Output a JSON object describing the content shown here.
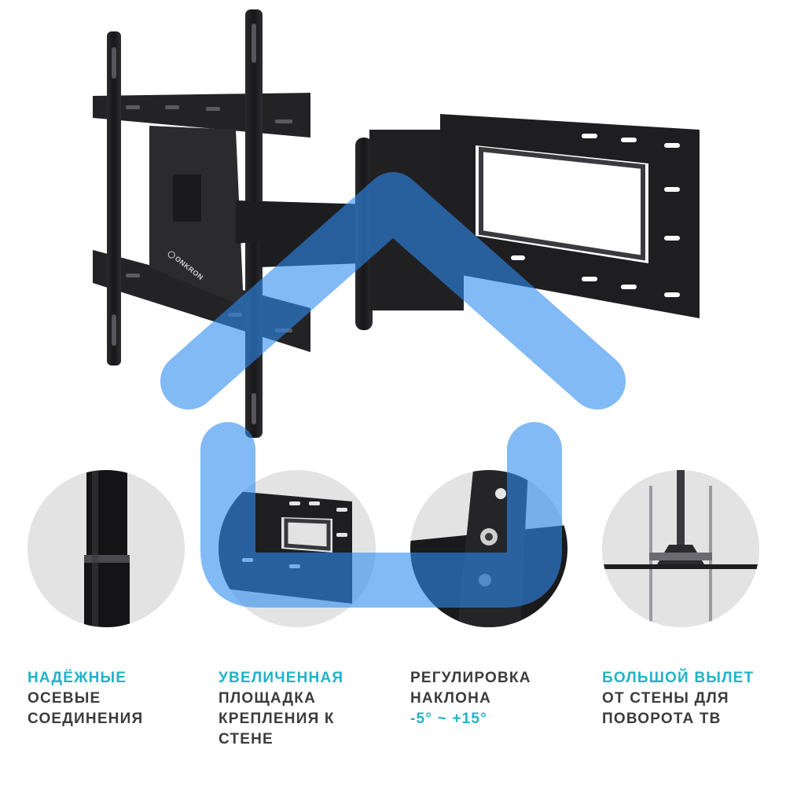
{
  "brand": {
    "logo_text": "ONKRON"
  },
  "colors": {
    "accent": "#1fb3c9",
    "text": "#3c3c3c",
    "overlay": "#2f8cf0",
    "metal": "#1c1c1e"
  },
  "features": [
    {
      "icon": "axle-joint-icon",
      "lines": [
        "НАДЁЖНЫЕ",
        "ОСЕВЫЕ",
        "СОЕДИНЕНИЯ"
      ],
      "accent_lines": [
        0
      ]
    },
    {
      "icon": "mounting-plate-icon",
      "lines": [
        "УВЕЛИЧЕННАЯ",
        "ПЛОЩАДКА",
        "КРЕПЛЕНИЯ К",
        "СТЕНЕ"
      ],
      "accent_lines": [
        0
      ]
    },
    {
      "icon": "tilt-mechanism-icon",
      "lines": [
        "РЕГУЛИРОВКА",
        "НАКЛОНА",
        "-5° ~ +15°"
      ],
      "accent_lines": [
        2
      ]
    },
    {
      "icon": "extension-arm-icon",
      "lines": [
        "БОЛЬШОЙ ВЫЛЕТ",
        "ОТ СТЕНЫ ДЛЯ",
        "ПОВОРОТА ТВ"
      ],
      "accent_lines": [
        0
      ]
    }
  ]
}
